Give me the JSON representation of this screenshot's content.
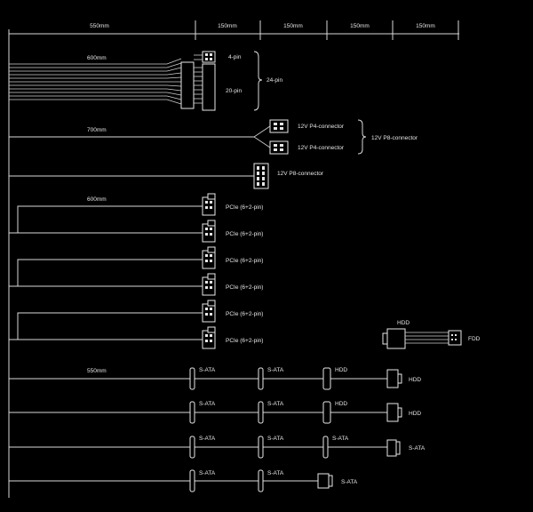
{
  "ruler": {
    "segments": [
      "550mm",
      "150mm",
      "150mm",
      "150mm",
      "150mm"
    ]
  },
  "main_cable": {
    "length": "600mm",
    "pin4_label": "4-pin",
    "pin20_label": "20-pin",
    "group_label": "24-pin"
  },
  "cpu_cable": {
    "length": "700mm",
    "p4_a": "12V P4-connector",
    "p4_b": "12V P4-connector",
    "group_label": "12V P8-connector",
    "p8": "12V P8-connector"
  },
  "pcie": {
    "length": "600mm",
    "connectors": [
      "PCIe (6+2-pin)",
      "PCIe (6+2-pin)",
      "PCIe (6+2-pin)",
      "PCIe (6+2-pin)",
      "PCIe (6+2-pin)",
      "PCIe (6+2-pin)"
    ]
  },
  "peripheral": {
    "length": "550mm",
    "hdd_adapter": "HDD",
    "fdd_adapter": "FDD",
    "rows": [
      {
        "c1": "S-ATA",
        "c2": "S-ATA",
        "c3": "HDD",
        "c4": "HDD"
      },
      {
        "c1": "S-ATA",
        "c2": "S-ATA",
        "c3": "HDD",
        "c4": "HDD"
      },
      {
        "c1": "S-ATA",
        "c2": "S-ATA",
        "c3": "S-ATA",
        "c4": "S-ATA"
      },
      {
        "c1": "S-ATA",
        "c2": "S-ATA",
        "c3": "",
        "c4": "S-ATA"
      }
    ]
  },
  "style": {
    "background": "#000000",
    "line_color": "#d9d9d9"
  }
}
